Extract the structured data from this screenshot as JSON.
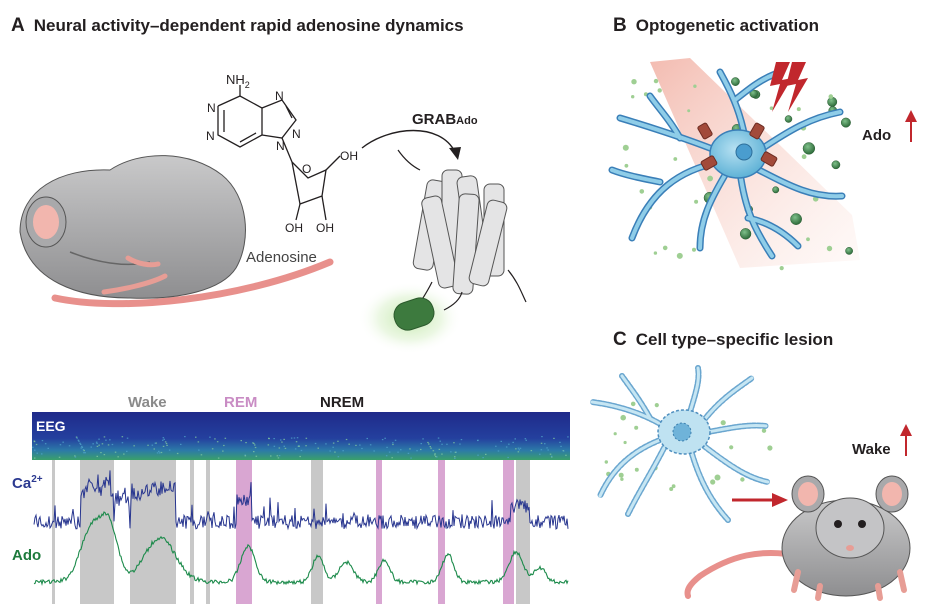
{
  "panels": {
    "a": {
      "letter": "A",
      "title": "Neural activity–dependent rapid adenosine dynamics"
    },
    "b": {
      "letter": "B",
      "title": "Optogenetic activation"
    },
    "c": {
      "letter": "C",
      "title": "Cell type–specific lesion"
    }
  },
  "molecule": {
    "amine": "NH",
    "amine_sub": "2",
    "n1": "N",
    "n2": "N",
    "n3": "N",
    "n4": "N",
    "n5": "N",
    "o_ring": "O",
    "oh1": "OH",
    "oh2": "OH",
    "oh3": "OH",
    "name": "Adenosine"
  },
  "sensor": {
    "name": "GRAB",
    "sub": "Ado"
  },
  "states": {
    "wake": "Wake",
    "rem": "REM",
    "nrem": "NREM"
  },
  "tracks": {
    "eeg": "EEG",
    "ca": "Ca",
    "ca_sup": "2+",
    "ado": "Ado"
  },
  "indicators": {
    "ado_up": "Ado",
    "wake_up": "Wake"
  },
  "colors": {
    "wake_band": "#c8c8c8",
    "rem_band": "#d9a6d2",
    "rem_text": "#c98cc4",
    "ca_trace": "#27358f",
    "ado_trace": "#1b8a4a",
    "ado_label": "#1d7a3c",
    "ca_label": "#2b3990",
    "arrow_red": "#c1272d",
    "neuron_blue": "#8fcde8"
  }
}
